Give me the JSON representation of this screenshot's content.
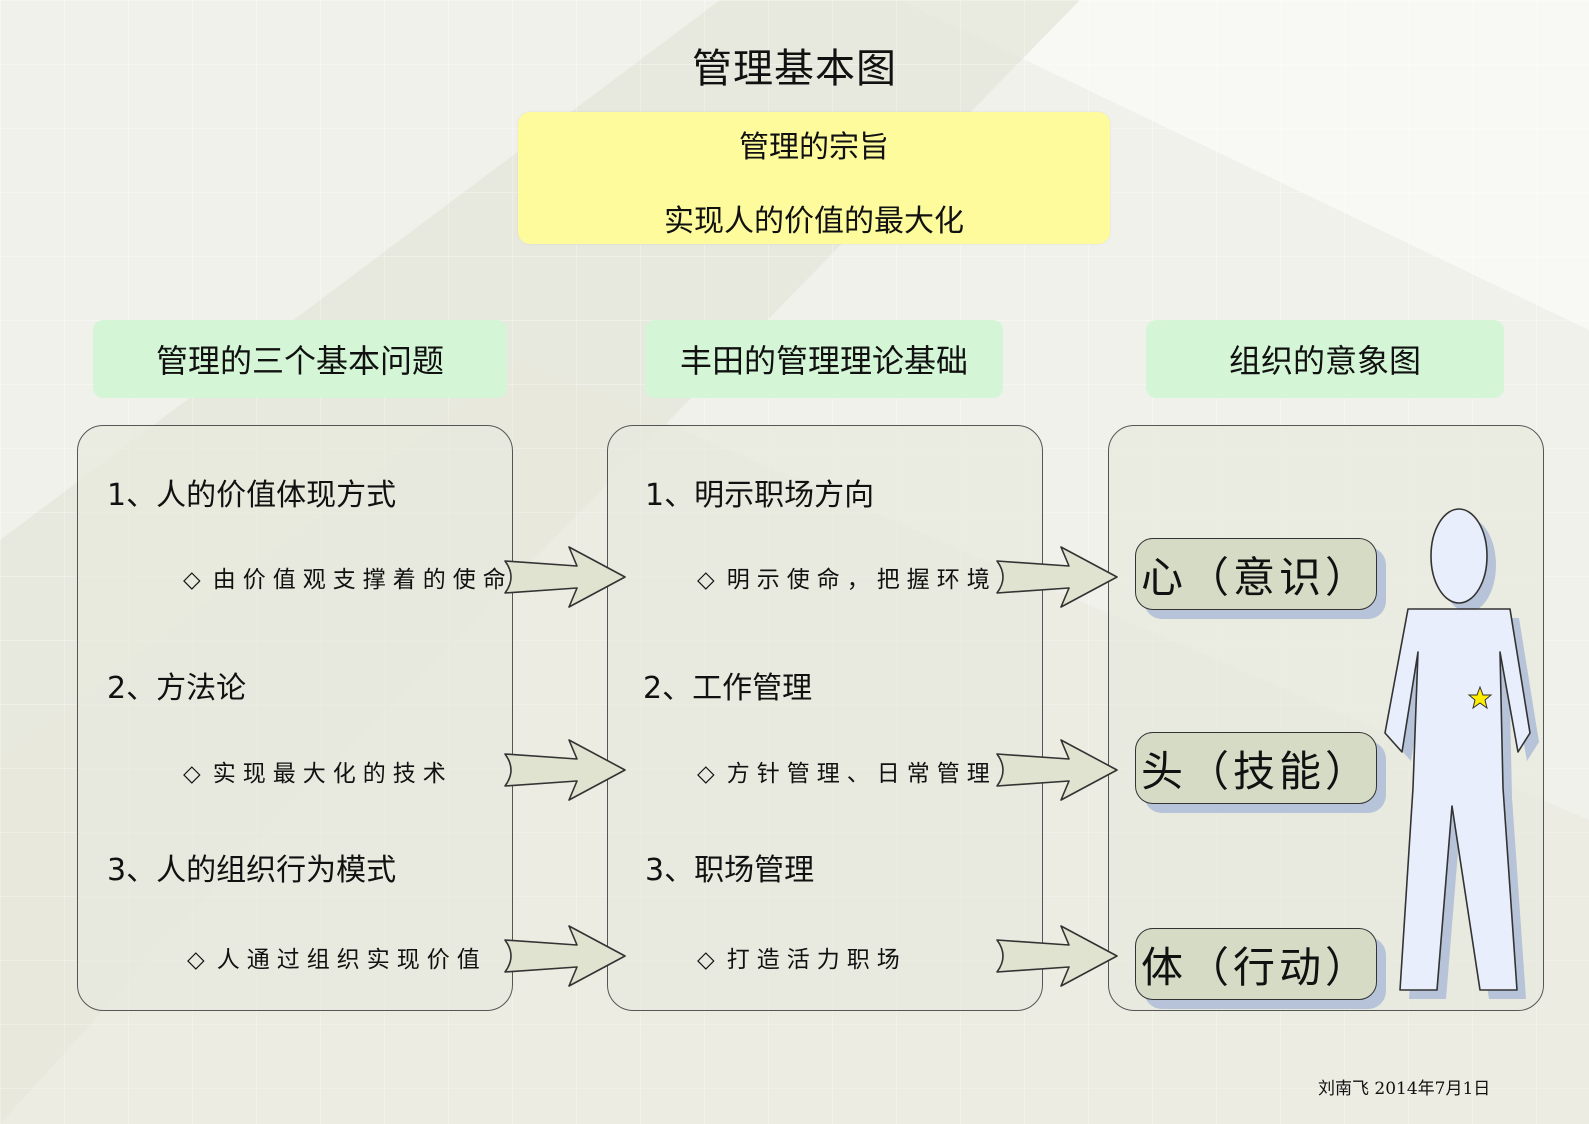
{
  "title": "管理基本图",
  "purpose": {
    "label": "管理的宗旨",
    "text": "实现人的价值的最大化"
  },
  "columns": [
    {
      "header": "管理的三个基本问题",
      "items": [
        {
          "heading": "1、人的价值体现方式",
          "bullet": "由价值观支撑着的使命"
        },
        {
          "heading": "2、方法论",
          "bullet": "实现最大化的技术"
        },
        {
          "heading": "3、人的组织行为模式",
          "bullet": "人通过组织实现价值"
        }
      ]
    },
    {
      "header": "丰田的管理理论基础",
      "items": [
        {
          "heading": "1、明示职场方向",
          "bullet": "明示使命，把握环境"
        },
        {
          "heading": "2、工作管理",
          "bullet": "方针管理、日常管理"
        },
        {
          "heading": "3、职场管理",
          "bullet": "打造活力职场"
        }
      ]
    },
    {
      "header": "组织的意象图",
      "tags": [
        "心（意识）",
        "头（技能）",
        "体（行动）"
      ]
    }
  ],
  "bullet_marker": "◇",
  "footer": "刘南飞  2014年7月1日",
  "colors": {
    "background": "#f1f1ec",
    "purpose_fill": "#fdfb9c",
    "header_fill": "#d4f6d6",
    "arrow_fill": "#dfe3cf",
    "tag_fill": "#d6dbc6",
    "tag_shadow": "#b7c3d8",
    "figure_fill": "#e8eefb",
    "star": "#ffee00"
  },
  "icons": [
    "block-arrow-icon",
    "human-figure-icon",
    "star-icon",
    "diamond-icon"
  ]
}
